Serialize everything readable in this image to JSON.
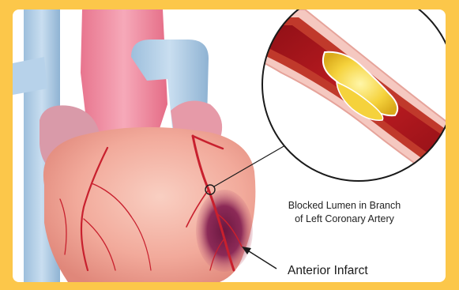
{
  "labels": {
    "lumen_caption_line1": "Blocked Lumen in Branch",
    "lumen_caption_line2": "of Left Coronary Artery",
    "infarct": "Anterior Infarct"
  },
  "colors": {
    "frame": "#fcc74a",
    "panel": "#ffffff",
    "heart_tissue": "#f4b3a6",
    "aorta": "#e8758e",
    "vena_cava": "#a9c9e3",
    "coronary_artery": "#c8202e",
    "infarct": "#7a1f4a",
    "vessel_wall": "#f5c8c0",
    "blood": "#a8141c",
    "plaque": "#f2cf3a"
  }
}
